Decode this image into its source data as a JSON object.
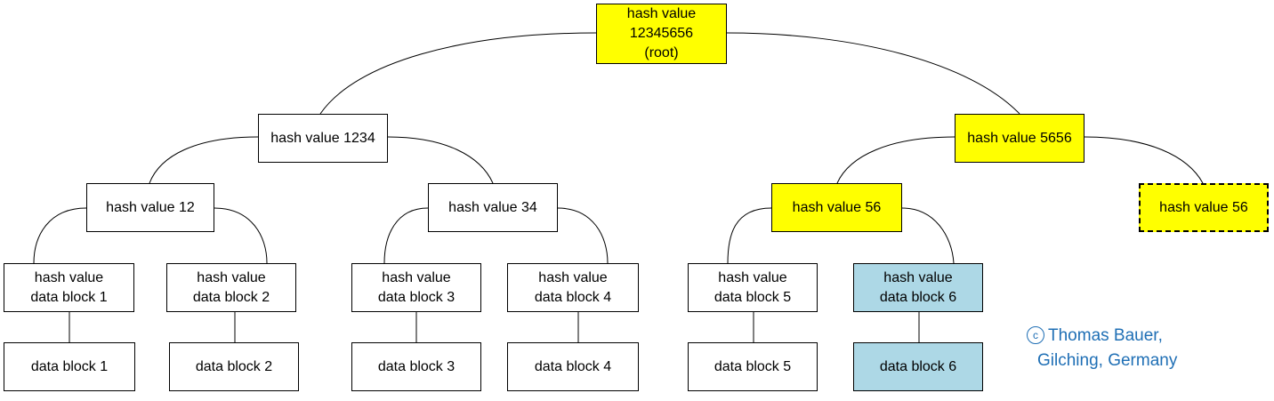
{
  "nodes": {
    "root": {
      "line1": "hash value",
      "line2": "12345656",
      "line3": "(root)"
    },
    "h1234": {
      "label": "hash value 1234"
    },
    "h5656": {
      "label": "hash value 5656"
    },
    "h12": {
      "label": "hash value 12"
    },
    "h34": {
      "label": "hash value 34"
    },
    "h56": {
      "label": "hash value 56"
    },
    "h56_copy": {
      "label": "hash value 56"
    },
    "hd1": {
      "line1": "hash value",
      "line2": "data block 1"
    },
    "hd2": {
      "line1": "hash value",
      "line2": "data block 2"
    },
    "hd3": {
      "line1": "hash value",
      "line2": "data block 3"
    },
    "hd4": {
      "line1": "hash value",
      "line2": "data block 4"
    },
    "hd5": {
      "line1": "hash value",
      "line2": "data block 5"
    },
    "hd6": {
      "line1": "hash value",
      "line2": "data block 6"
    },
    "d1": {
      "label": "data block 1"
    },
    "d2": {
      "label": "data block 2"
    },
    "d3": {
      "label": "data block 3"
    },
    "d4": {
      "label": "data block 4"
    },
    "d5": {
      "label": "data block 5"
    },
    "d6": {
      "label": "data block 6"
    }
  },
  "copyright": {
    "symbol": "c",
    "line1": "Thomas Bauer,",
    "line2": "Gilching, Germany"
  },
  "colors": {
    "highlight": "#ffff00",
    "target": "#add8e6",
    "text_credit": "#1f6fb5"
  }
}
